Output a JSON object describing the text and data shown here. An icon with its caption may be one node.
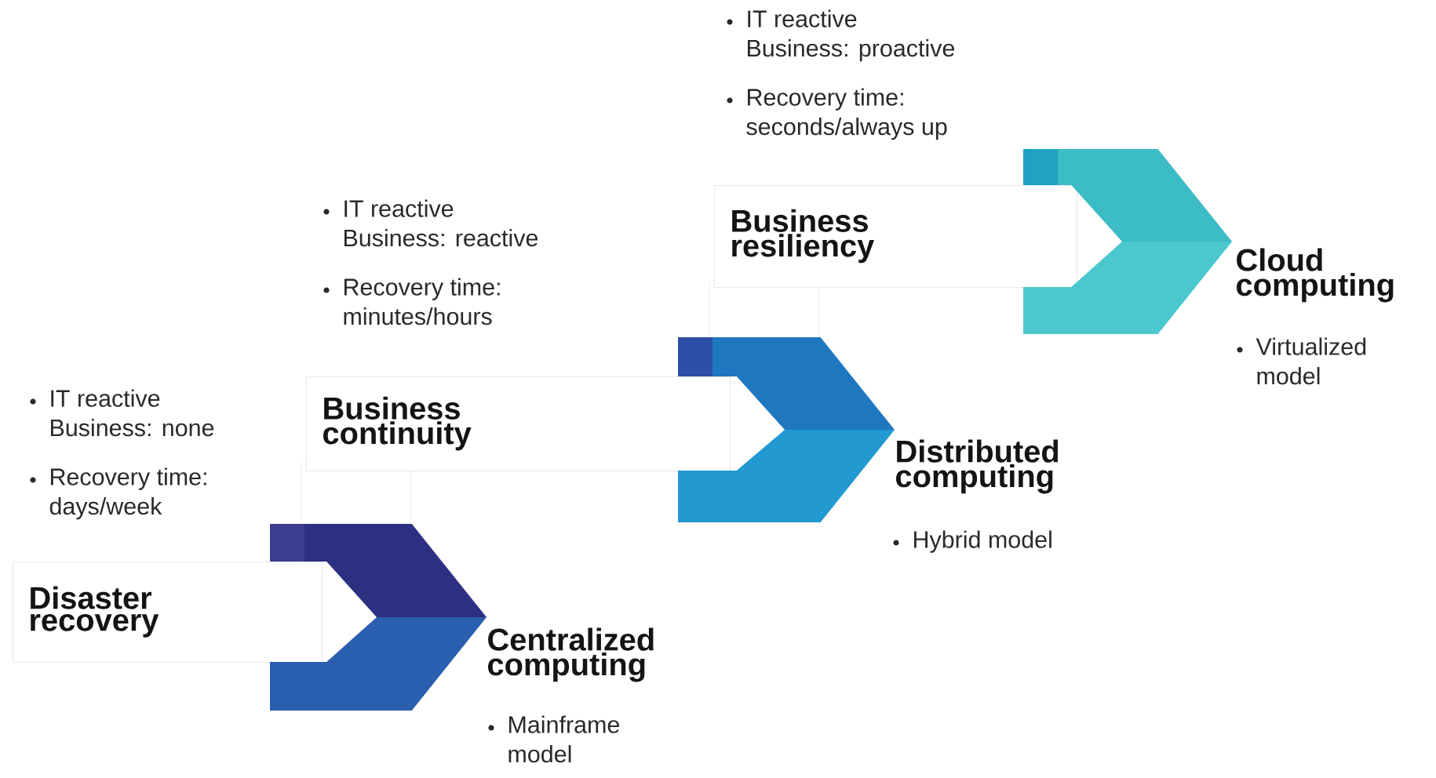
{
  "diagram": {
    "nodes": [
      {
        "text": [
          "Disaster recovery"
        ],
        "beside": [
          "IT reactive Business: none",
          "Recovery time: days/week"
        ]
      },
      {
        "text": [
          "Centralized computing",
          "Mainframe model"
        ]
      },
      {
        "text": [
          "Business continuity"
        ],
        "beside": [
          "IT reactive Business: reactive",
          "Recovery time: minutes/hours"
        ]
      },
      {
        "text": [
          "Distributed computing",
          "Hybrid model"
        ]
      },
      {
        "text": [
          "Business resiliency"
        ],
        "beside": [
          "IT reactive Business: proactive",
          "Recovery time: seconds/always up"
        ]
      },
      {
        "text": [
          "Cloud computing",
          "Virtualized model"
        ]
      }
    ]
  }
}
